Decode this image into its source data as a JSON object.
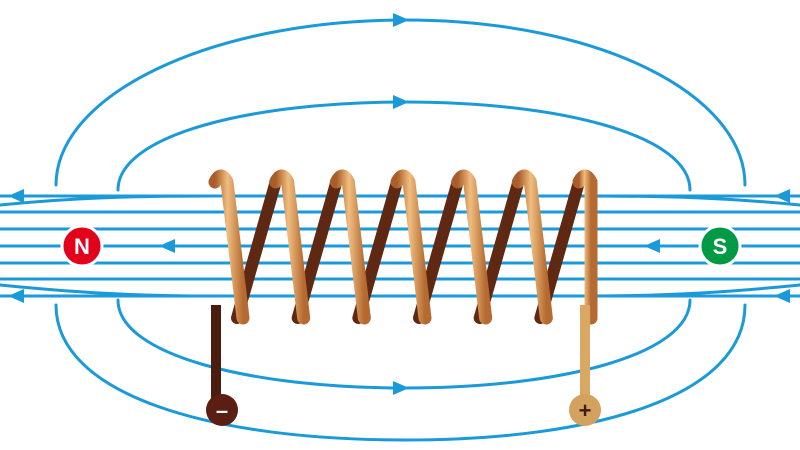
{
  "poles": {
    "north": {
      "label": "N",
      "color": "#e2001a"
    },
    "south": {
      "label": "S",
      "color": "#009a44"
    }
  },
  "terminals": {
    "negative": {
      "label": "–",
      "color": "#5a1e12"
    },
    "positive": {
      "label": "+",
      "color": "#d4a15e"
    }
  },
  "colors": {
    "field_line": "#1a9ad9",
    "coil_light": "#e2a565",
    "coil_mid": "#c47b3e",
    "coil_dark": "#7a3a1c",
    "negative_lead": "#4a1d10",
    "positive_lead": "#d9a865"
  },
  "coil": {
    "turns": 7
  }
}
